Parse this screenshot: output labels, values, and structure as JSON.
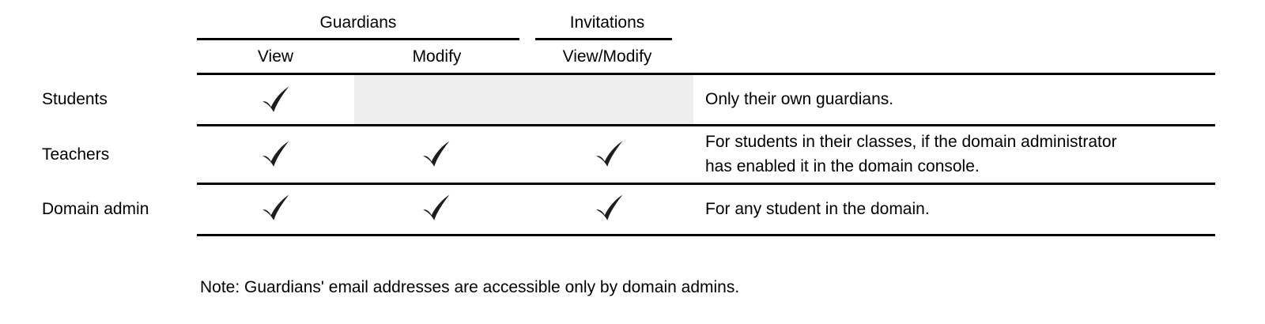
{
  "table": {
    "header": {
      "groups": [
        {
          "label": "Guardians"
        },
        {
          "label": "Invitations"
        }
      ],
      "columns": [
        {
          "label": "View"
        },
        {
          "label": "Modify"
        },
        {
          "label": "View/Modify"
        }
      ]
    },
    "rows": [
      {
        "label": "Students",
        "cells": {
          "guardians_view": true,
          "guardians_modify": false,
          "invitations_view_modify": false
        },
        "shaded_disabled_cells": true,
        "note_lines": [
          "Only their own guardians."
        ]
      },
      {
        "label": "Teachers",
        "cells": {
          "guardians_view": true,
          "guardians_modify": true,
          "invitations_view_modify": true
        },
        "shaded_disabled_cells": false,
        "note_lines": [
          "For students in their classes, if the domain administrator",
          "has enabled it in the domain console."
        ]
      },
      {
        "label": "Domain admin",
        "cells": {
          "guardians_view": true,
          "guardians_modify": true,
          "invitations_view_modify": true
        },
        "shaded_disabled_cells": false,
        "note_lines": [
          "For any student in the domain."
        ]
      }
    ]
  },
  "footnote": "Note: Guardians' email addresses are accessible only by domain admins.",
  "icons": {
    "checkmark": "heavy-check-mark"
  },
  "colors": {
    "text": "#000000",
    "rule": "#000000",
    "shaded_cell": "#eeeeee",
    "background": "#ffffff",
    "checkmark": "#1d1d1d"
  }
}
